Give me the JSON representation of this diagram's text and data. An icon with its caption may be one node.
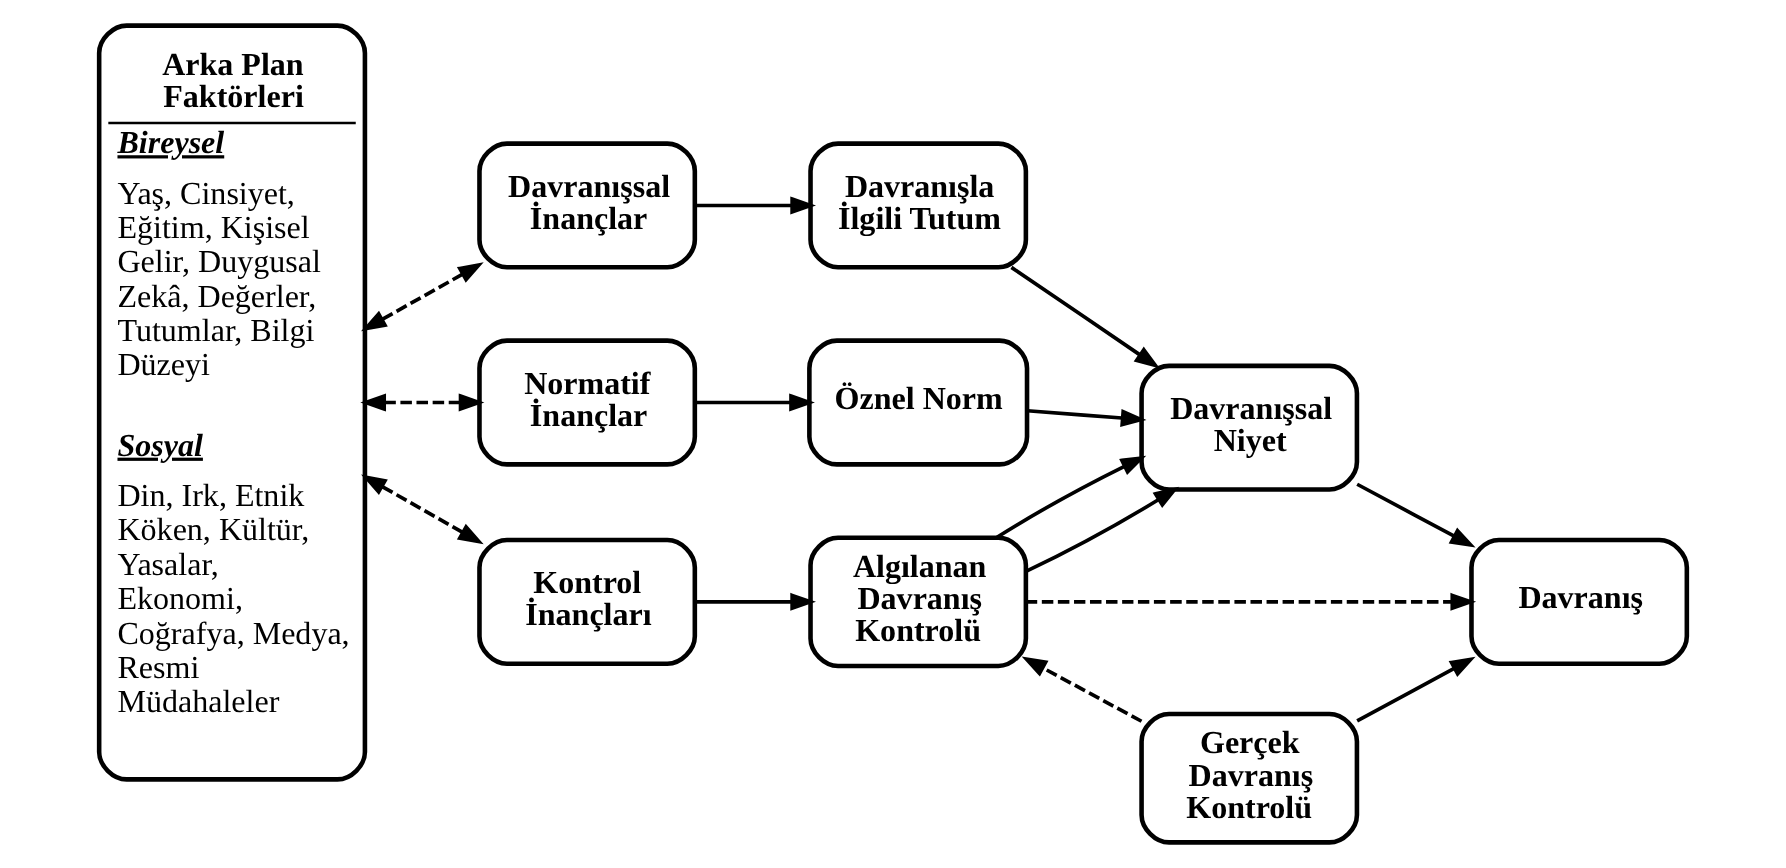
{
  "diagram": {
    "nodes": [
      {
        "text": [
          "Arka Plan Faktörleri",
          "Bireysel",
          "Yaş, Cinsiyet, Eğitim, Kişisel Gelir, Duygusal Zekâ, Değerler, Tutumlar, Bilgi Düzeyi",
          "Sosyal",
          "Din, Irk, Etnik Köken, Kültür, Yasalar, Ekonomi, Coğrafya, Medya, Resmi Müdahaleler"
        ]
      },
      {
        "text": [
          "Davranışsal İnançlar"
        ]
      },
      {
        "text": [
          "Normatif İnançlar"
        ]
      },
      {
        "text": [
          "Kontrol İnançları"
        ]
      },
      {
        "text": [
          "Davranışla İlgili Tutum"
        ]
      },
      {
        "text": [
          "Öznel Norm"
        ]
      },
      {
        "text": [
          "Algılanan Davranış Kontrolü"
        ]
      },
      {
        "text": [
          "Davranışsal Niyet"
        ]
      },
      {
        "text": [
          "Davranış"
        ]
      },
      {
        "text": [
          "Gerçek Davranış Kontrolü"
        ]
      }
    ],
    "edges": [
      {
        "from": 0,
        "to": 1,
        "arrow": "both",
        "style": "dashed"
      },
      {
        "from": 0,
        "to": 2,
        "arrow": "both",
        "style": "dashed"
      },
      {
        "from": 0,
        "to": 3,
        "arrow": "both",
        "style": "dashed"
      },
      {
        "from": 1,
        "to": 4,
        "arrow": "to"
      },
      {
        "from": 2,
        "to": 5,
        "arrow": "to"
      },
      {
        "from": 3,
        "to": 6,
        "arrow": "to"
      },
      {
        "from": 4,
        "to": 7,
        "arrow": "to"
      },
      {
        "from": 5,
        "to": 7,
        "arrow": "to"
      },
      {
        "from": 6,
        "to": 7,
        "arrow": "to"
      },
      {
        "from": 6,
        "to": 7,
        "arrow": "to"
      },
      {
        "from": 7,
        "to": 8,
        "arrow": "to"
      },
      {
        "from": 6,
        "to": 8,
        "arrow": "to",
        "style": "dashed"
      },
      {
        "from": 9,
        "to": 8,
        "arrow": "to"
      },
      {
        "from": 9,
        "to": 6,
        "arrow": "to",
        "style": "dashed"
      }
    ]
  }
}
